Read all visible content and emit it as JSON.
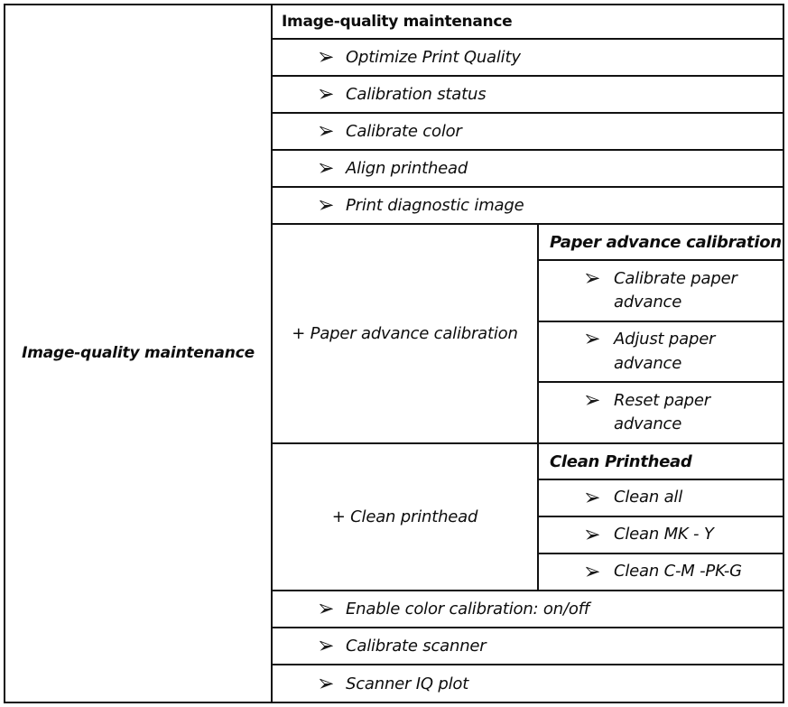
{
  "root": {
    "label": "Image-quality maintenance"
  },
  "header": {
    "title": "Image-quality maintenance"
  },
  "icons": {
    "bullet": "arrowhead-bullet-icon"
  },
  "items_top": [
    {
      "label": "Optimize Print Quality"
    },
    {
      "label": "Calibration status"
    },
    {
      "label": "Calibrate color"
    },
    {
      "label": "Align printhead"
    },
    {
      "label": "Print diagnostic image"
    }
  ],
  "groups": [
    {
      "title": "+ Paper advance calibration",
      "sub_header": "Paper advance calibration",
      "items": [
        {
          "label": "Calibrate paper advance"
        },
        {
          "label": "Adjust paper advance"
        },
        {
          "label": " Reset paper advance"
        }
      ]
    },
    {
      "title": "+ Clean printhead",
      "sub_header": "Clean Printhead",
      "items": [
        {
          "label": "Clean all"
        },
        {
          "label": "Clean MK  - Y"
        },
        {
          "label": "Clean C-M -PK-G"
        }
      ]
    }
  ],
  "items_bottom": [
    {
      "label": "Enable color calibration: on/off"
    },
    {
      "label": "Calibrate scanner"
    },
    {
      "label": "Scanner IQ plot"
    }
  ],
  "colors": {
    "border": "#111111",
    "text": "#0d0d0d",
    "background": "#ffffff"
  }
}
